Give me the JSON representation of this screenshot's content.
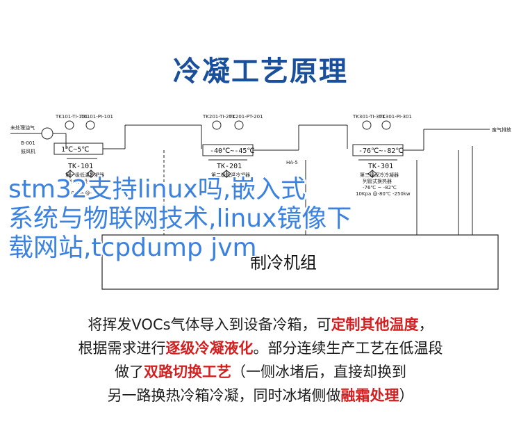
{
  "title": "冷凝工艺原理",
  "schematic": {
    "inlet_label": "未处理油气",
    "outlet_label": "废气排放",
    "fan_tag": "B-001",
    "fan_label": "鼓风机",
    "stage1": {
      "instr": "TK101-TI-101",
      "instr2": "TK101-PI-101",
      "temp": "1℃~5℃",
      "tank": "TK-101",
      "note1": "第一级低温冷凝器",
      "note2": "列管式换热器"
    },
    "stage2": {
      "instr": "TK201-TI-201",
      "instr2": "TK201-PT-201",
      "temp": "-40℃~-45℃",
      "tank": "TK-201",
      "note1": "第二级低温冷凝器"
    },
    "stage3": {
      "instr": "TK301-TI-301",
      "instr2": "TK301-PI-301",
      "temp": "-76℃~-82℃",
      "tank": "TK-301",
      "note1": "第三级深冷冷凝器",
      "note2": "列管式换热器",
      "note3": "-76℃ ~ -82℃",
      "note4": "10Kpa @-80℃ -250kw"
    },
    "ha_tag": "HA-5",
    "stage1_pressure": "10Kpa @-",
    "refrigeration_unit": "制冷机组"
  },
  "watermark": {
    "line1": "stm32支持linux吗,嵌入式",
    "line2": "系统与物联网技术,linux镜像下",
    "line3": "载网站,tcpdump jvm"
  },
  "caption": {
    "l1_a": "将挥发VOCs气体导入到设备冷箱，可",
    "l1_hl": "定制其他温度",
    "l1_b": "，",
    "l2_a": "根据需求进行",
    "l2_hl": "逐级冷凝液化",
    "l2_b": "。部分连续生产工艺在低温段",
    "l3_a": "做了",
    "l3_hl": "双路切换工艺",
    "l3_b": "（一侧冰堵后，直接却换到",
    "l4_a": "另一路换热冷箱冷凝，同时冰堵侧做",
    "l4_hl": "融霜处理",
    "l4_b": "）"
  },
  "colors": {
    "title": "#1a4f9c",
    "highlight": "#d31f1f",
    "watermark": "#3b82e0"
  }
}
